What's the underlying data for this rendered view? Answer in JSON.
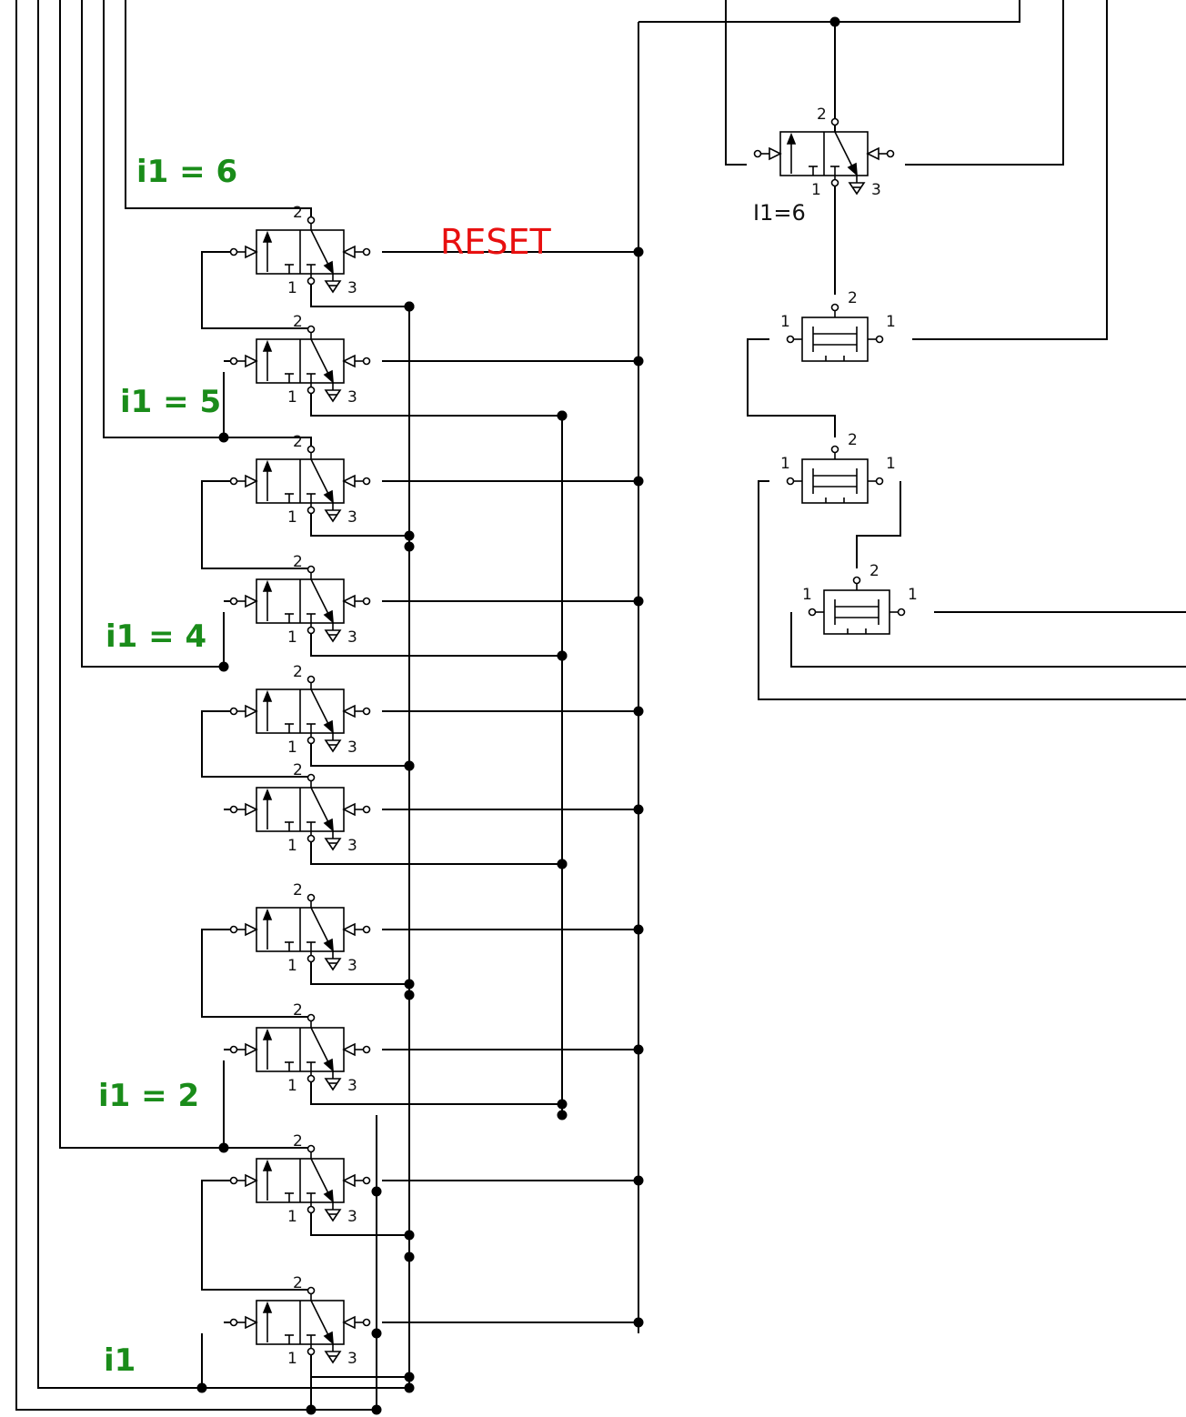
{
  "colors": {
    "wire": "#000000",
    "condition_label": "#1a8c1a",
    "reset_label": "#e81010",
    "background": "#ffffff"
  },
  "labels": {
    "reset": "RESET",
    "cond_6": "i1 = 6",
    "cond_5": "i1 = 5",
    "cond_4": "i1 = 4",
    "cond_2": "i1 = 2",
    "cond_1": "i1",
    "top_valve": "I1=6"
  },
  "ports": {
    "p1": "1",
    "p2": "2",
    "p3": "3"
  },
  "icons": {
    "valve": "3-2-way-valve-icon",
    "or_gate": "shuttle-valve-icon",
    "junction": "junction-dot-icon"
  }
}
